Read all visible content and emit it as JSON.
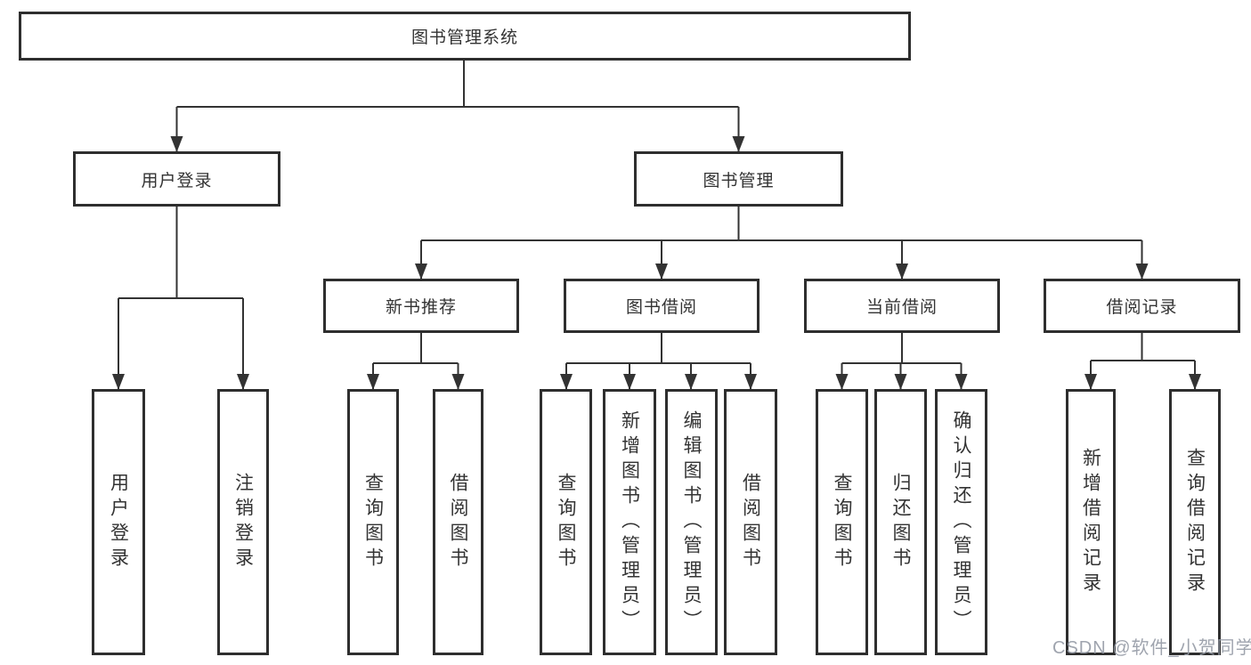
{
  "diagram": {
    "root": "图书管理系统",
    "branches": [
      {
        "label": "用户登录",
        "children": [
          "用户登录",
          "注销登录"
        ]
      },
      {
        "label": "图书管理",
        "children": [
          {
            "label": "新书推荐",
            "children": [
              "查询图书",
              "借阅图书"
            ]
          },
          {
            "label": "图书借阅",
            "children": [
              "查询图书",
              "新增图书（管理员）",
              "编辑图书（管理员）",
              "借阅图书"
            ]
          },
          {
            "label": "当前借阅",
            "children": [
              "查询图书",
              "归还图书",
              "确认归还（管理员）"
            ]
          },
          {
            "label": "借阅记录",
            "children": [
              "新增借阅记录",
              "查询借阅记录"
            ]
          }
        ]
      }
    ]
  },
  "watermark": {
    "text": "CSDN @软件_小贺同学"
  },
  "colors": {
    "line": "#333333",
    "box_border": "#2e2e2e",
    "text": "#333333",
    "background": "#ffffff",
    "watermark": "#959ba6"
  }
}
